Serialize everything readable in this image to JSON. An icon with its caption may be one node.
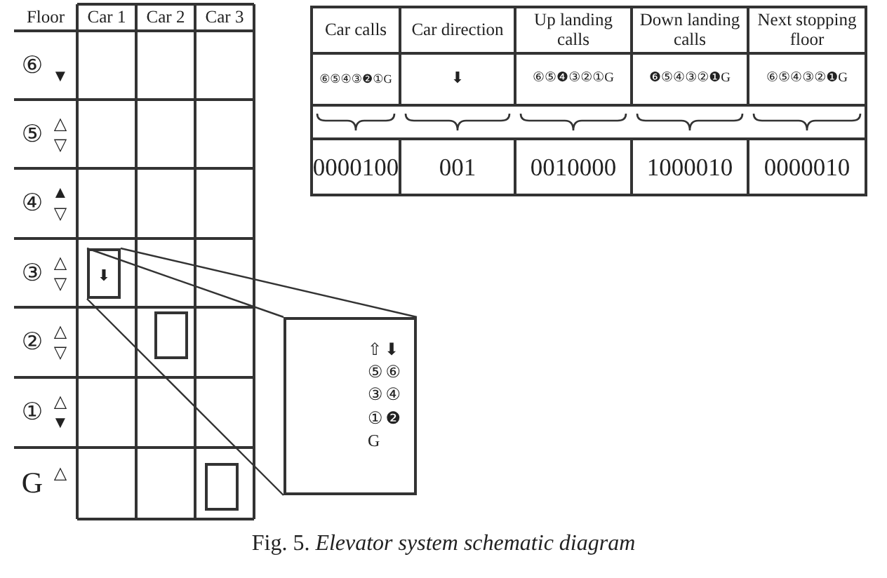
{
  "diagram": {
    "caption": "Fig. 5. *Elevator system schematic diagram*",
    "nodes": [
      {
        "text": [
          "⬇"
        ]
      },
      {
        "text": [],
        "shape": "box"
      },
      {
        "text": [],
        "shape": "box"
      },
      {
        "text": [
          "⇧⬇",
          "⑤⑥",
          "③④",
          "①❷",
          "G"
        ]
      }
    ],
    "edges": [
      {
        "from": 0,
        "to": 3,
        "arrow": "none"
      },
      {
        "from": 0,
        "to": 3,
        "arrow": "none"
      },
      {
        "from": 0,
        "to": 3,
        "arrow": "none"
      }
    ],
    "labels": [
      "Floor",
      "Car 1",
      "Car 2",
      "Car 3",
      "⑥",
      "▼",
      "⑤",
      "△",
      "▽",
      "④",
      "▲",
      "▽",
      "③",
      "△",
      "▽",
      "②",
      "△",
      "▽",
      "①",
      "△",
      "▼",
      "G",
      "△",
      "Car calls",
      "Car direction",
      "Up landing calls",
      "Down landing calls",
      "Next stopping floor",
      "⑥⑤④③❷①G",
      "⬇",
      "⑥⑤❹③②①G",
      "❻⑤④③②❶G",
      "⑥⑤④③②❶G",
      "0000100",
      "001",
      "0010000",
      "1000010",
      "0000010"
    ]
  }
}
